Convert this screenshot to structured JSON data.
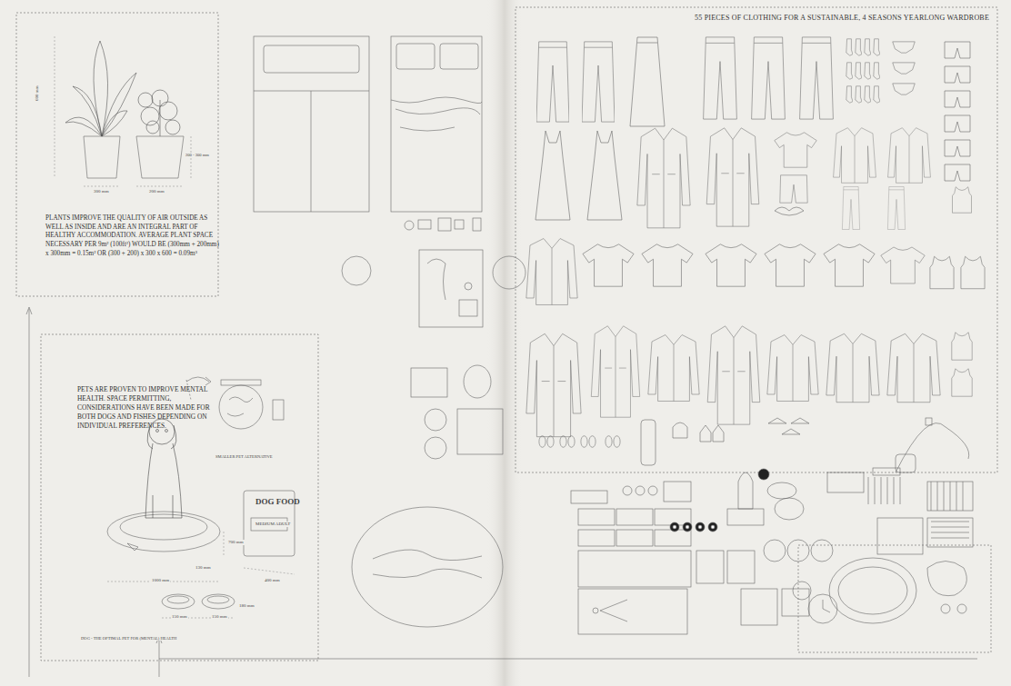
{
  "diagram": {
    "title": "55 PIECES OF CLOTHING FOR A SUSTAINABLE, 4 SEASONS YEARLONG WARDROBE",
    "nodes": [
      {
        "text": [
          "PLANTS IMPROVE THE QUALITY OF AIR OUTSIDE AS WELL AS INSIDE AND ARE AN INTEGRAL PART OF HEALTHY ACCOMMODATION. AVERAGE PLANT SPACE NECESSARY PER 9m² (100ft²) WOULD BE (300mm + 200mm) x 300mm = 0.15m²  OR (300 + 200) x 300 x 600 = 0.09m³"
        ]
      },
      {
        "text": [
          "PETS ARE PROVEN TO IMPROVE MENTAL HEALTH. SPACE PERMITTING, CONSIDERATIONS HAVE BEEN MADE FOR BOTH DOGS AND FISHES DEPENDING ON INDIVIDUAL PREFERENCES."
        ]
      }
    ],
    "labels": [
      "600 mm",
      "300 mm",
      "200 mm",
      "200 - 300 mm",
      "SMALLER PET ALTERNATIVE",
      "DOG - THE OPTIMAL PET FOR (MENTAL) HEALTH",
      "DOG FOOD",
      "MEDIUM ADULT",
      "1000 mm",
      "700 mm",
      "400 mm",
      "130 mm",
      "150 mm",
      "150 mm",
      "180 mm"
    ]
  }
}
